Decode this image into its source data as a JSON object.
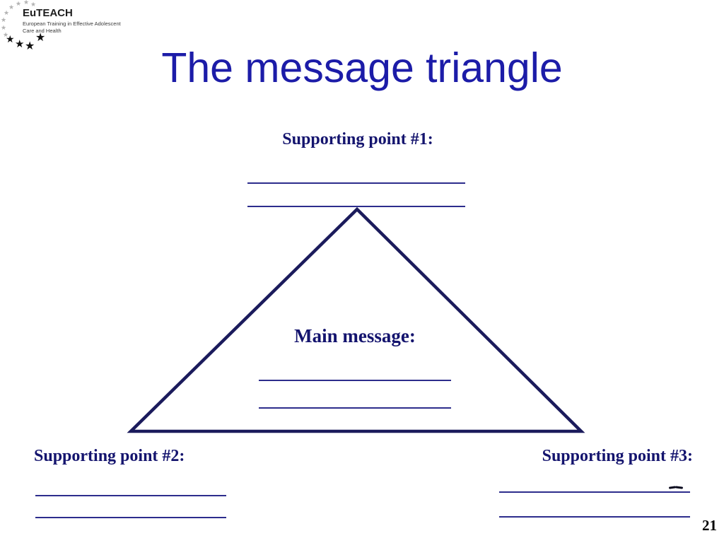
{
  "logo": {
    "name": "EuTEACH",
    "subtitle_line1": "European Training in Effective Adolescent",
    "subtitle_line2": "Care and Health"
  },
  "title": "The message triangle",
  "diagram": {
    "supporting_point_1_label": "Supporting point #1:",
    "main_message_label": "Main message:",
    "supporting_point_2_label": "Supporting point #2:",
    "supporting_point_3_label": "Supporting point #3:",
    "blank_lines_per_field": 2
  },
  "page_number": "21",
  "icons": {
    "eu_star": "★"
  },
  "colors": {
    "title_text": "#1c1ca8",
    "diagram_text": "#14146e",
    "blank_line": "#2d2d8c",
    "triangle_stroke": "#1b1b5c",
    "page_number": "#000000",
    "background": "#ffffff"
  }
}
